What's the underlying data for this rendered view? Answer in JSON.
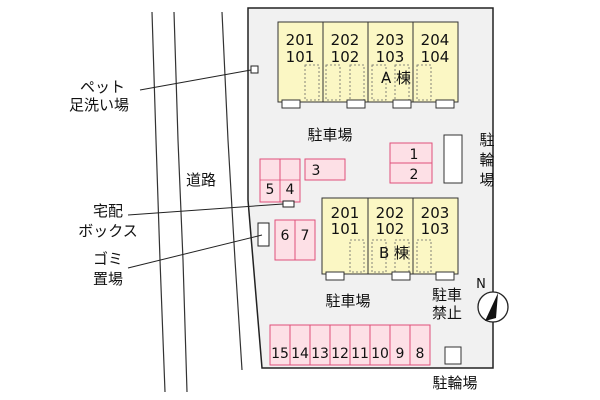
{
  "building_a": {
    "upper_units": [
      "201",
      "202",
      "203",
      "204"
    ],
    "lower_units": [
      "101",
      "102",
      "103",
      "104"
    ],
    "name": "A 棟"
  },
  "building_b": {
    "upper_units": [
      "201",
      "202",
      "203"
    ],
    "lower_units": [
      "101",
      "102",
      "103"
    ],
    "name": "B 棟"
  },
  "labels": {
    "pet_footwash": [
      "ペット",
      "足洗い場"
    ],
    "delivery_box": [
      "宅配",
      "ボックス"
    ],
    "garbage": [
      "ゴミ",
      "置場"
    ],
    "road": "道路",
    "parking": "駐車場",
    "bike_parking_right": [
      "駐",
      "輪",
      "場"
    ],
    "bike_parking_bottom": "駐輪場",
    "no_parking": [
      "駐車",
      "禁止"
    ],
    "north": "N"
  },
  "parking_slots": {
    "pair_54": [
      "5",
      "4"
    ],
    "slot_3": "3",
    "stack_12": [
      "1",
      "2"
    ],
    "pair_67": [
      "6",
      "7"
    ],
    "bottom_row": [
      "15",
      "14",
      "13",
      "12",
      "11",
      "10",
      "9",
      "8"
    ]
  },
  "colors": {
    "building_fill": "#fbf7c4",
    "parking_fill": "#fde0e6",
    "parking_stroke": "#e0507a",
    "site_fill": "#f1f1f1"
  }
}
